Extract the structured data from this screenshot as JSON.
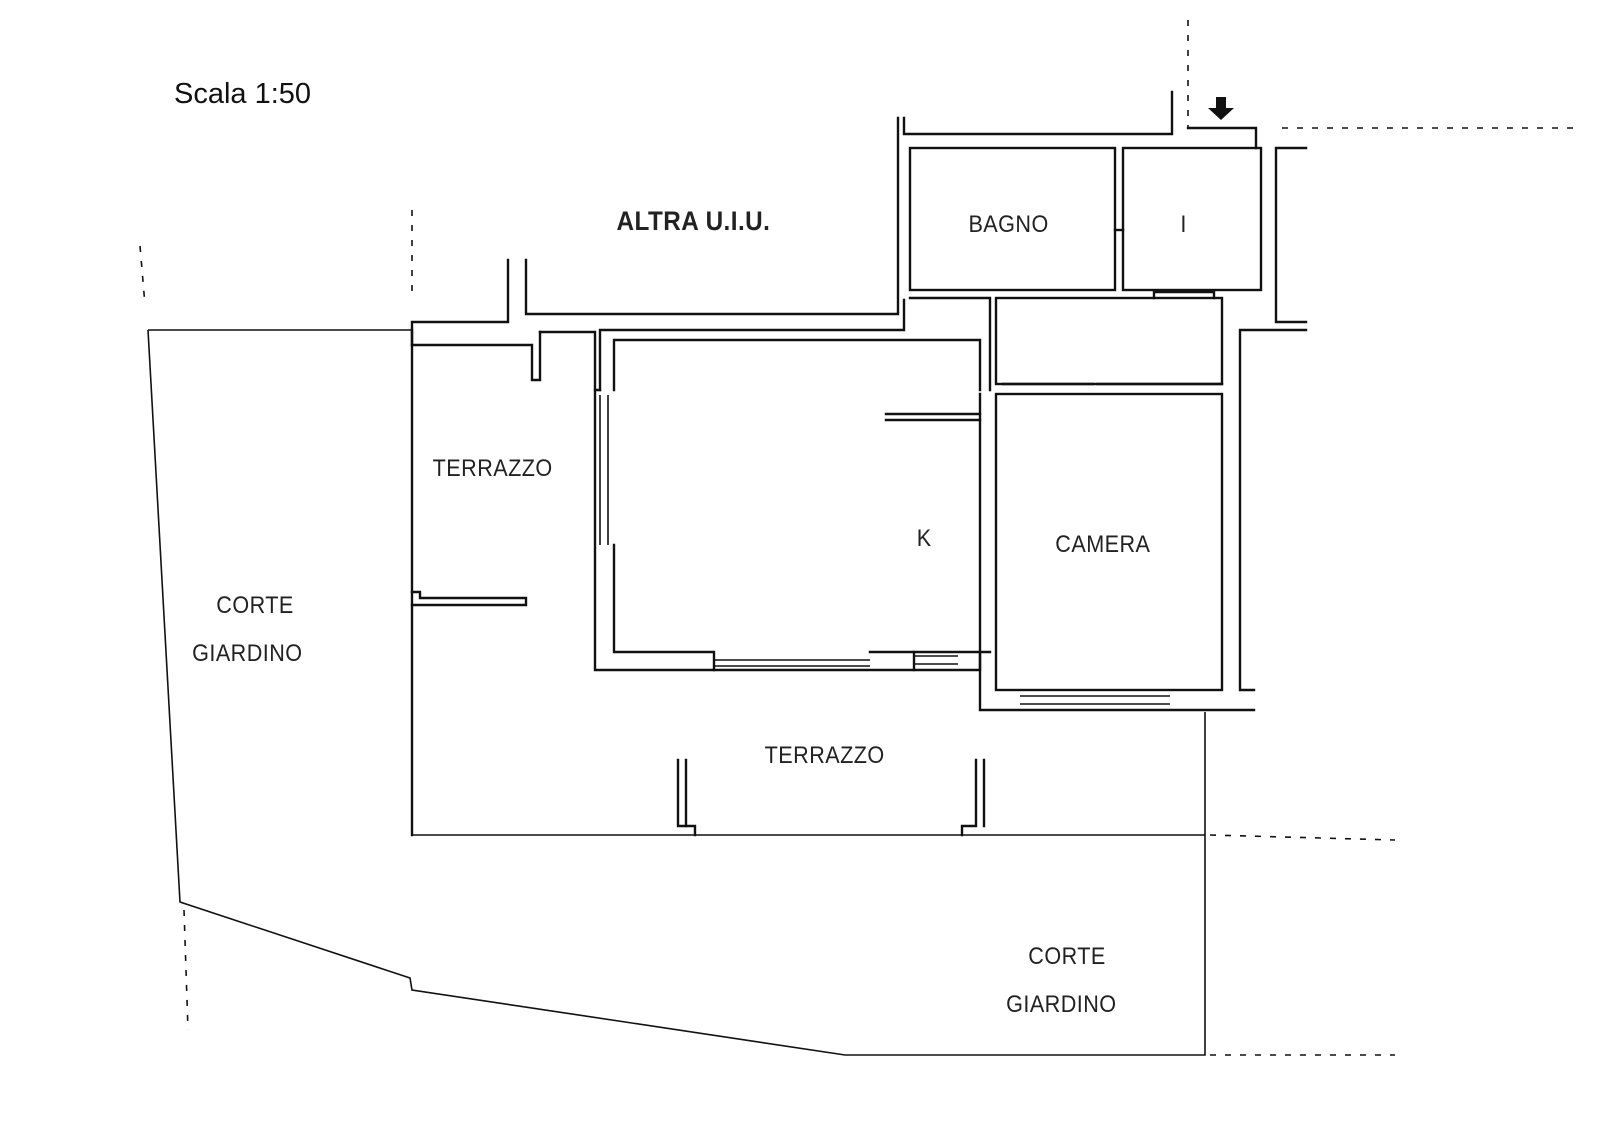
{
  "scale": "Scala 1:50",
  "rooms": {
    "altra_uiu": "ALTRA U.I.U.",
    "bagno": "BAGNO",
    "ingresso": "I",
    "terrazzo_nord": "TERRAZZO",
    "cucina": "K",
    "camera": "CAMERA",
    "corte_ovest_line1": "CORTE",
    "corte_ovest_line2": "GIARDINO",
    "terrazzo_sud": "TERRAZZO",
    "corte_sud_line1": "CORTE",
    "corte_sud_line2": "GIARDINO"
  },
  "icons": {
    "entrance": "arrow-down-icon"
  }
}
